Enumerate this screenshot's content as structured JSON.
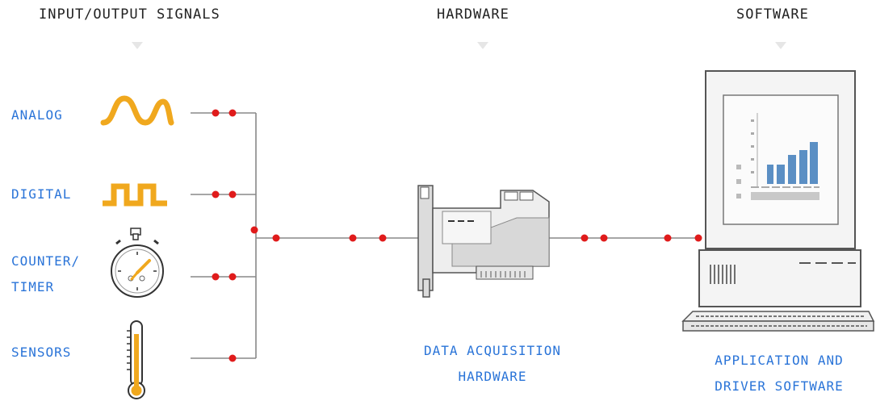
{
  "headers": {
    "io": "INPUT/OUTPUT SIGNALS",
    "hardware": "HARDWARE",
    "software": "SOFTWARE"
  },
  "signals": [
    {
      "label": "ANALOG"
    },
    {
      "label": "DIGITAL"
    },
    {
      "label_line1": "COUNTER/",
      "label_line2": "TIMER"
    },
    {
      "label": "SENSORS"
    }
  ],
  "hardware_caption": {
    "line1": "DATA ACQUISITION",
    "line2": "HARDWARE"
  },
  "software_caption": {
    "line1": "APPLICATION AND",
    "line2": "DRIVER SOFTWARE"
  },
  "colors": {
    "label_blue": "#2a74d8",
    "signal_orange": "#f0a81e",
    "node_red": "#e01b1b",
    "wire_gray": "#888888",
    "bar_blue": "#5b8fc4"
  },
  "icons": [
    "analog-wave-icon",
    "digital-wave-icon",
    "stopwatch-icon",
    "thermometer-icon",
    "daq-card-icon",
    "computer-icon"
  ]
}
